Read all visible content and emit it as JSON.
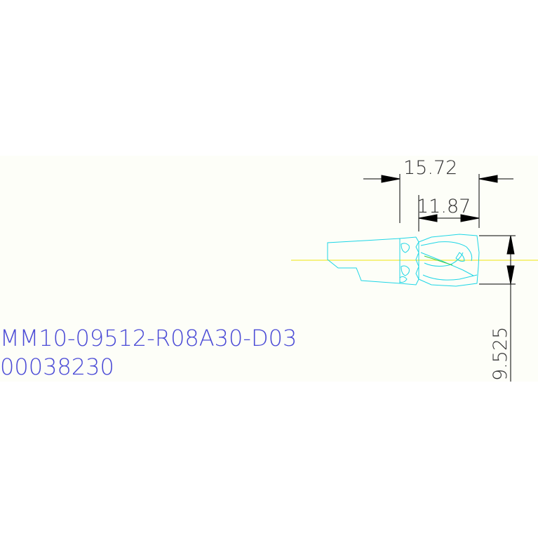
{
  "drawing": {
    "background_band_color": "#fdfef8",
    "cyan_color": "#1ed6e6",
    "centerline_color": "#f2ea3c",
    "dimension_color": "#000000",
    "label_color": "#4a4ad6"
  },
  "dimensions": {
    "overall_length": "15.72",
    "tip_length": "11.87",
    "height": "9.525"
  },
  "labels": {
    "part_number": "MM10-09512-R08A30-D03",
    "order_code": "00038230"
  }
}
